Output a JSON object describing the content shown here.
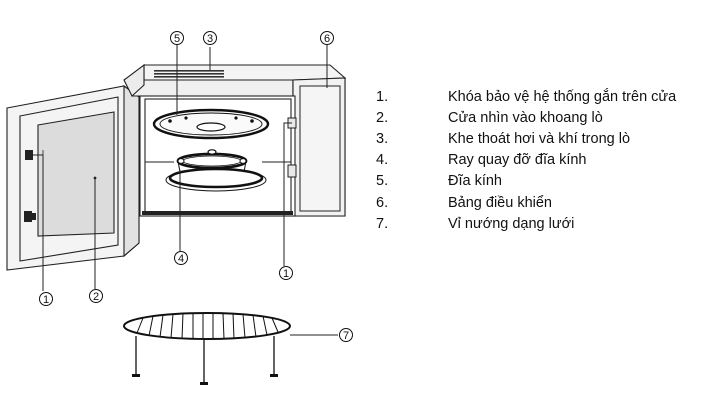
{
  "callouts": {
    "c1_door": "1",
    "c2": "2",
    "c3": "3",
    "c4": "4",
    "c5": "5",
    "c6": "6",
    "c1_frame": "1",
    "c7": "7"
  },
  "legend": {
    "items": [
      {
        "num": "1.",
        "text": "Khóa bảo vệ hệ thống gắn trên cửa"
      },
      {
        "num": "2.",
        "text": "Cửa nhìn vào khoang lò"
      },
      {
        "num": "3.",
        "text": "Khe thoát hơi và khí trong lò"
      },
      {
        "num": "4.",
        "text": "Ray quay đỡ đĩa kính"
      },
      {
        "num": "5.",
        "text": "Đĩa kính"
      },
      {
        "num": "6.",
        "text": "Bảng điều khiển"
      },
      {
        "num": "7.",
        "text": "Vỉ nướng dạng lưới"
      }
    ]
  }
}
